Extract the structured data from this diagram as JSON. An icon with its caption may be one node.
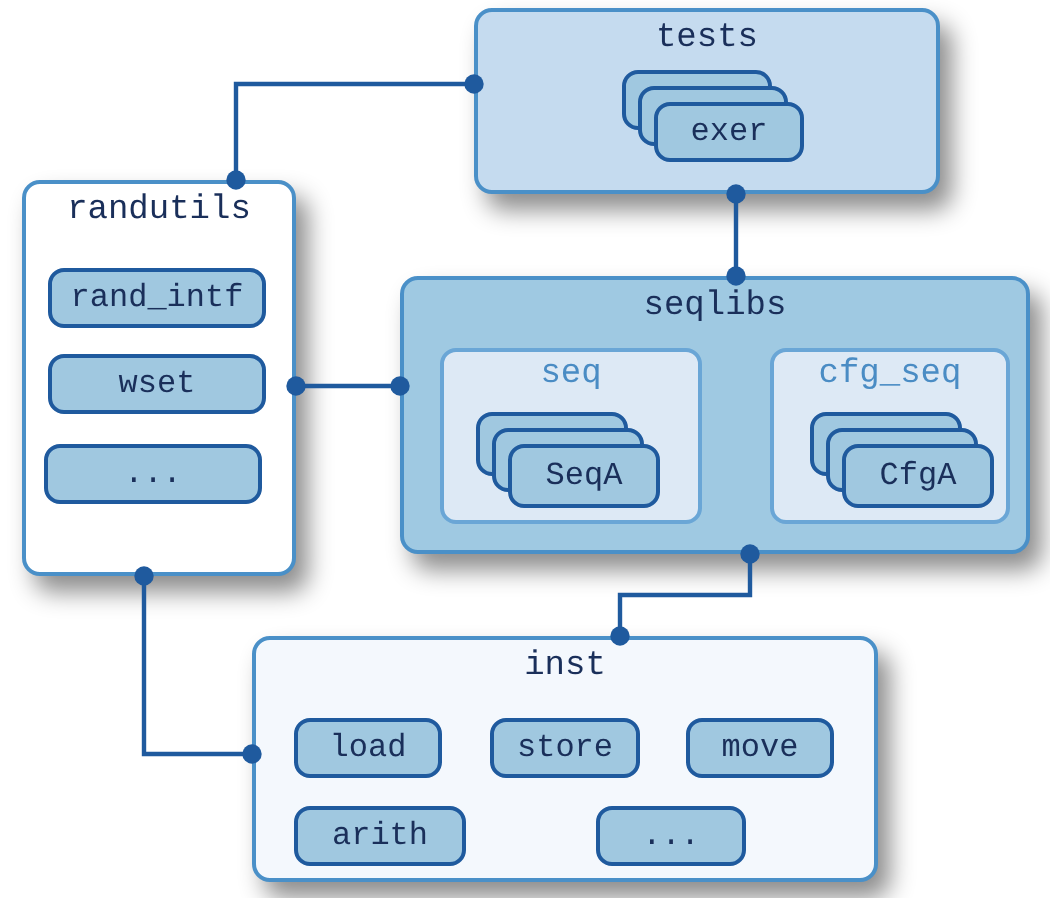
{
  "diagram": {
    "nodes": [
      {
        "text": [
          "tests"
        ]
      },
      {
        "text": [
          "exer"
        ],
        "in": 0
      },
      {
        "text": [
          "randutils"
        ]
      },
      {
        "text": [
          "rand_intf"
        ],
        "in": 2
      },
      {
        "text": [
          "wset"
        ],
        "in": 2
      },
      {
        "text": [
          "..."
        ],
        "in": 2
      },
      {
        "text": [
          "seqlibs"
        ]
      },
      {
        "text": [
          "seq"
        ],
        "in": 6
      },
      {
        "text": [
          "SeqA"
        ],
        "in": 7
      },
      {
        "text": [
          "cfg_seq"
        ],
        "in": 6
      },
      {
        "text": [
          "CfgA"
        ],
        "in": 9
      },
      {
        "text": [
          "inst"
        ]
      },
      {
        "text": [
          "load"
        ],
        "in": 11
      },
      {
        "text": [
          "store"
        ],
        "in": 11
      },
      {
        "text": [
          "move"
        ],
        "in": 11
      },
      {
        "text": [
          "arith"
        ],
        "in": 11
      },
      {
        "text": [
          "..."
        ],
        "in": 11
      }
    ],
    "edges": [
      {
        "from": 2,
        "to": 0,
        "arrow": "other"
      },
      {
        "from": 0,
        "to": 6,
        "arrow": "other"
      },
      {
        "from": 2,
        "to": 6,
        "arrow": "other"
      },
      {
        "from": 6,
        "to": 11,
        "arrow": "other"
      },
      {
        "from": 2,
        "to": 11,
        "arrow": "other"
      }
    ]
  }
}
